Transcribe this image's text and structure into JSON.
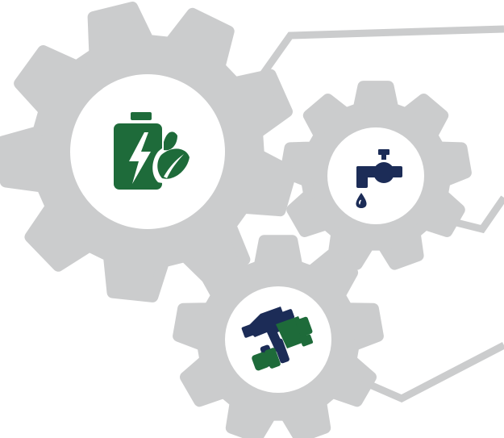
{
  "colors": {
    "gear": "#cbcccd",
    "gear_hub": "#ffffff",
    "connector_line": "#cbcccd",
    "icon_green": "#1e6b3a",
    "icon_navy": "#1c2c57",
    "background": "#ffffff"
  },
  "gears": [
    {
      "name": "gear-large-energy",
      "icon": "battery-leaf-icon"
    },
    {
      "name": "gear-medium-water",
      "icon": "water-faucet-icon"
    },
    {
      "name": "gear-small-partnership",
      "icon": "handshake-icon"
    }
  ]
}
